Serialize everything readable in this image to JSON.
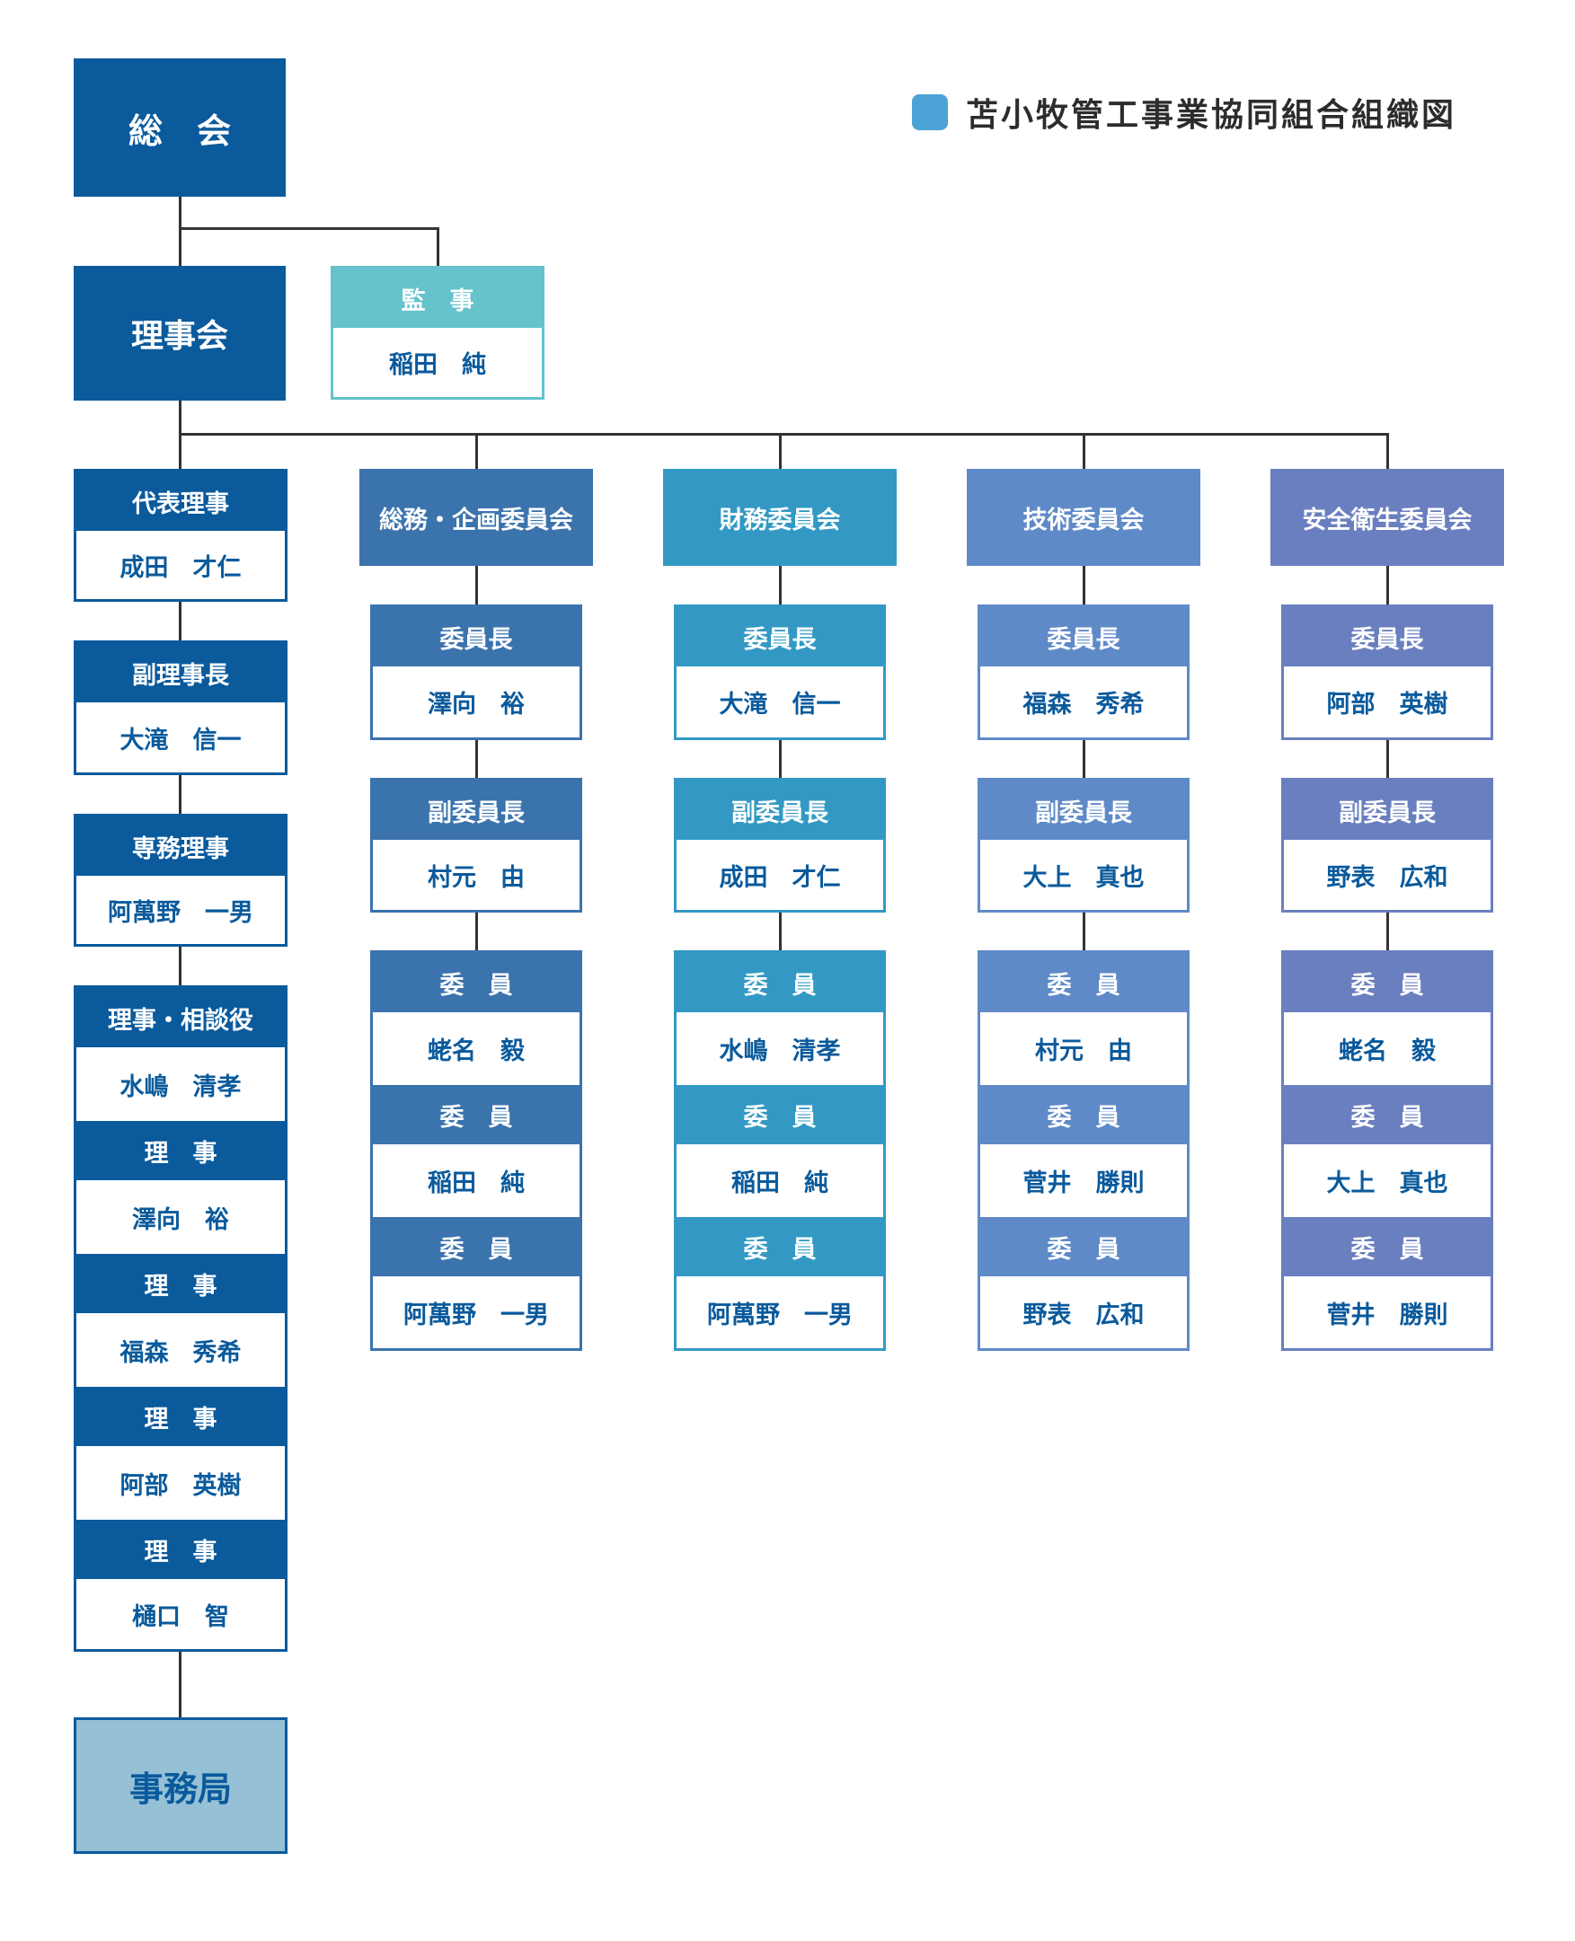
{
  "title": "苫小牧管工事業協同組合組織図",
  "colors": {
    "main": "#0a5a9c",
    "auditor": "#64c3cc",
    "secretariat": "#96c0d6",
    "title_square": "#4aa3d4",
    "committees": [
      "#3b73ad",
      "#3399c4",
      "#5f8ac8",
      "#6a7fbf"
    ],
    "lines": "#333333"
  },
  "general_assembly": "総　会",
  "board": "理事会",
  "auditor": {
    "header": "監　事",
    "name": "稲田　純"
  },
  "secretariat": "事務局",
  "officers": [
    {
      "role": "代表理事",
      "name": "成田　才仁"
    },
    {
      "role": "副理事長",
      "name": "大滝　信一"
    },
    {
      "role": "専務理事",
      "name": "阿萬野　一男"
    }
  ],
  "directors": [
    {
      "role": "理事・相談役",
      "name": "水嶋　清孝"
    },
    {
      "role": "理　事",
      "name": "澤向　裕"
    },
    {
      "role": "理　事",
      "name": "福森　秀希"
    },
    {
      "role": "理　事",
      "name": "阿部　英樹"
    },
    {
      "role": "理　事",
      "name": "樋口　智"
    }
  ],
  "committees": [
    {
      "name": "総務・企画委員会",
      "chair": {
        "role": "委員長",
        "name": "澤向　裕"
      },
      "vice": {
        "role": "副委員長",
        "name": "村元　由"
      },
      "members": [
        {
          "role": "委　員",
          "name": "蛯名　毅"
        },
        {
          "role": "委　員",
          "name": "稲田　純"
        },
        {
          "role": "委　員",
          "name": "阿萬野　一男"
        }
      ]
    },
    {
      "name": "財務委員会",
      "chair": {
        "role": "委員長",
        "name": "大滝　信一"
      },
      "vice": {
        "role": "副委員長",
        "name": "成田　才仁"
      },
      "members": [
        {
          "role": "委　員",
          "name": "水嶋　清孝"
        },
        {
          "role": "委　員",
          "name": "稲田　純"
        },
        {
          "role": "委　員",
          "name": "阿萬野　一男"
        }
      ]
    },
    {
      "name": "技術委員会",
      "chair": {
        "role": "委員長",
        "name": "福森　秀希"
      },
      "vice": {
        "role": "副委員長",
        "name": "大上　真也"
      },
      "members": [
        {
          "role": "委　員",
          "name": "村元　由"
        },
        {
          "role": "委　員",
          "name": "菅井　勝則"
        },
        {
          "role": "委　員",
          "name": "野表　広和"
        }
      ]
    },
    {
      "name": "安全衛生委員会",
      "chair": {
        "role": "委員長",
        "name": "阿部　英樹"
      },
      "vice": {
        "role": "副委員長",
        "name": "野表　広和"
      },
      "members": [
        {
          "role": "委　員",
          "name": "蛯名　毅"
        },
        {
          "role": "委　員",
          "name": "大上　真也"
        },
        {
          "role": "委　員",
          "name": "菅井　勝則"
        }
      ]
    }
  ]
}
